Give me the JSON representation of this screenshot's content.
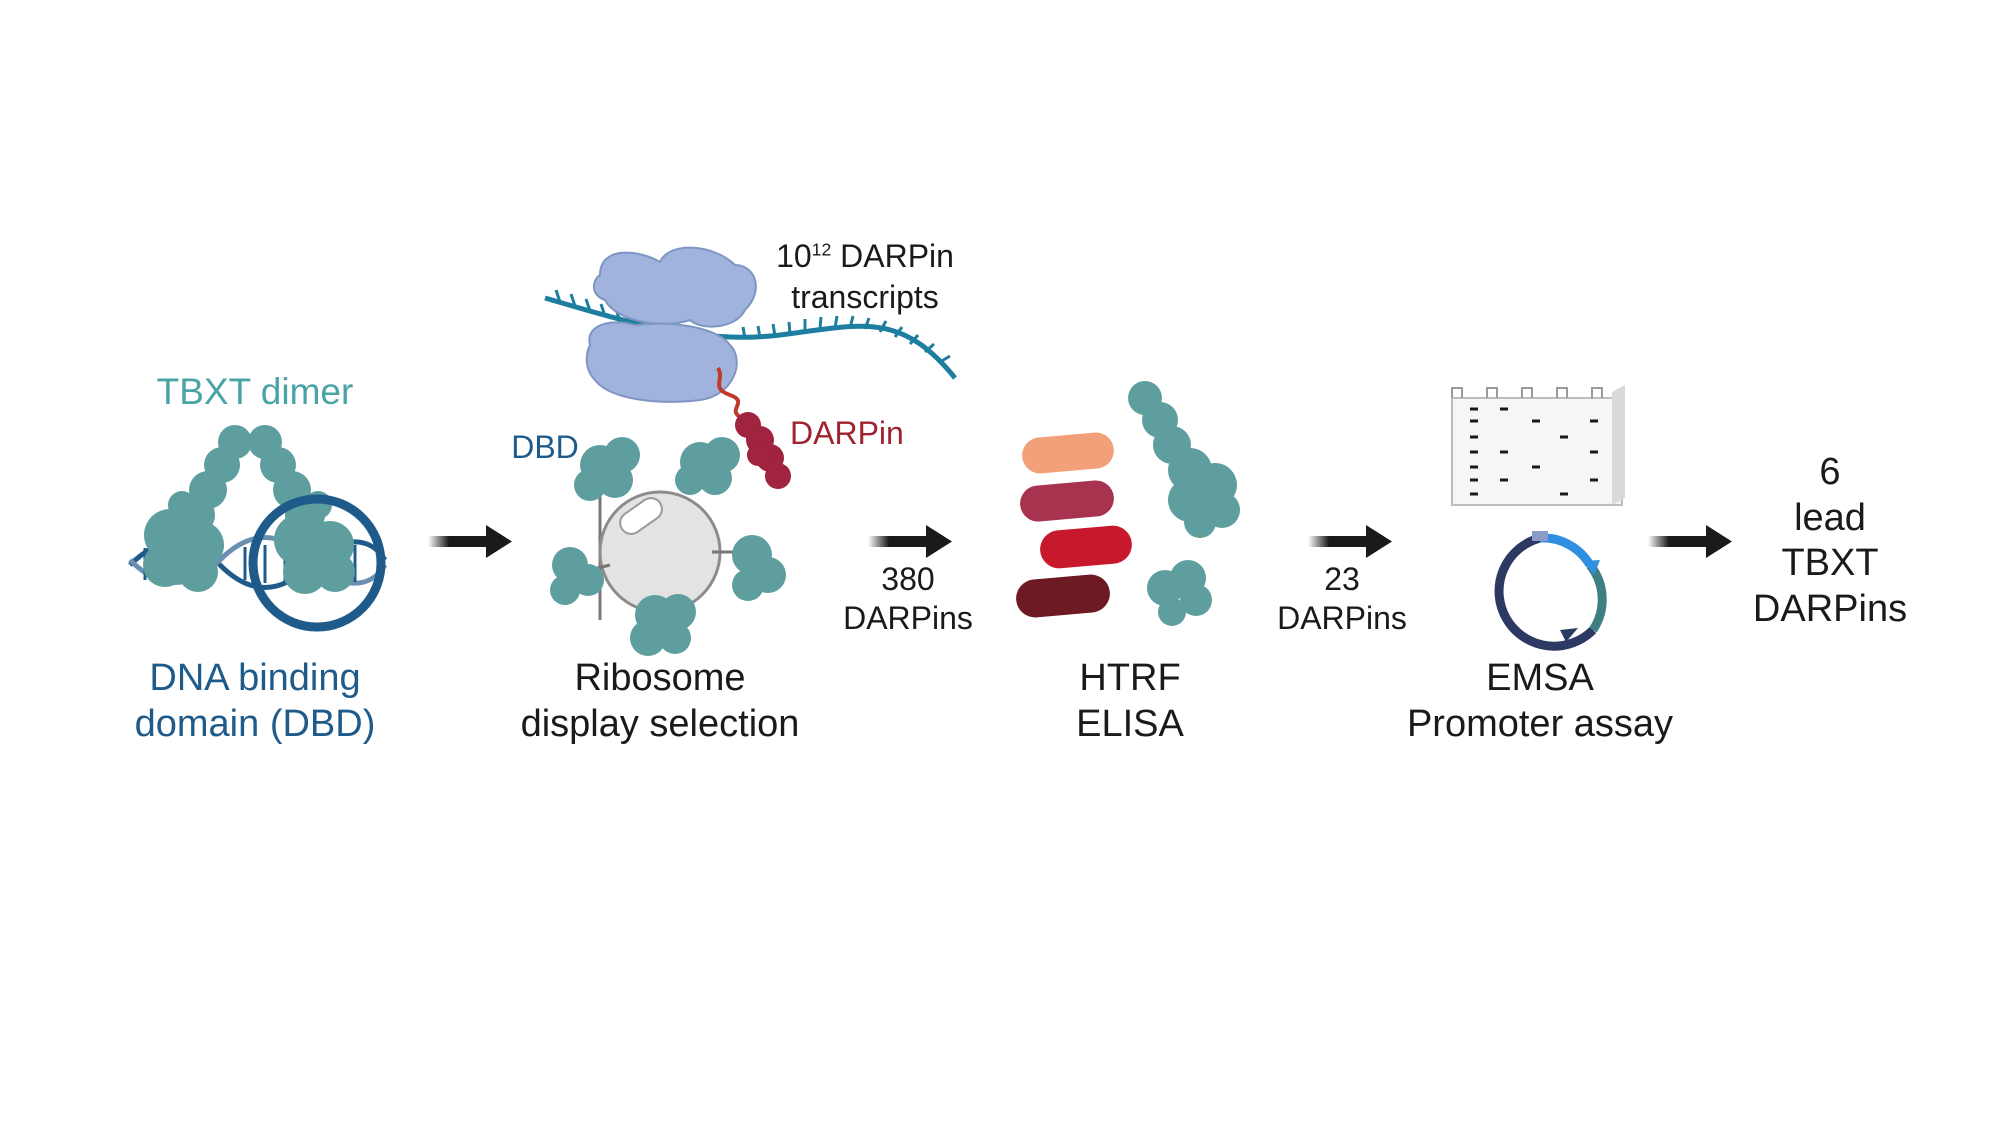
{
  "labels": {
    "tbxt_dimer": "TBXT dimer",
    "dna_binding_line1": "DNA binding",
    "dna_binding_line2": "domain (DBD)",
    "dbd": "DBD",
    "darpin": "DARPin",
    "transcripts_base": "10",
    "transcripts_exp": "12",
    "transcripts_rest": " DARPin",
    "transcripts_line2": "transcripts",
    "ribosome_line1": "Ribosome",
    "ribosome_line2": "display selection",
    "count1_number": "380",
    "count1_unit": "DARPins",
    "htrf": "HTRF",
    "elisa": "ELISA",
    "count2_number": "23",
    "count2_unit": "DARPins",
    "emsa": "EMSA",
    "promoter": "Promoter assay",
    "final_line1": "6",
    "final_line2": "lead",
    "final_line3": "TBXT",
    "final_line4": "DARPins"
  },
  "colors": {
    "teal_protein": "#5e9e9e",
    "teal_label": "#4aa3a5",
    "dna_blue": "#1f5b8a",
    "ribosome": "#9fb3dc",
    "mrna": "#1d7ea0",
    "darpin_red": "#a0232f",
    "arrow": "#1a1a1a"
  },
  "icons": [
    "tbxt-dimer-icon",
    "dna-helix-icon",
    "ribosome-icon",
    "mrna-strand-icon",
    "darpin-icon",
    "bead-icon",
    "darpin-stack-icon",
    "gel-icon",
    "plasmid-icon",
    "arrow-icon"
  ]
}
